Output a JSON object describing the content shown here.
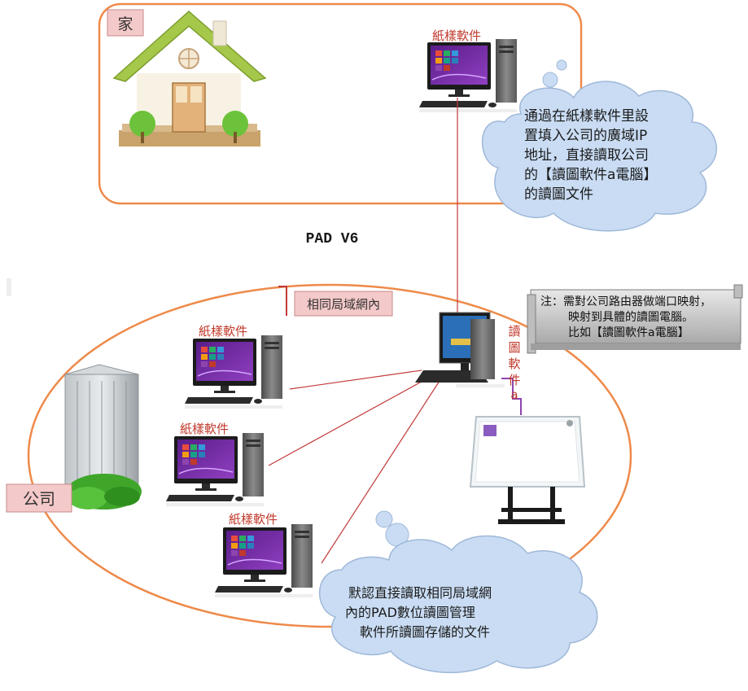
{
  "home": {
    "label": "家",
    "pc_label": "紙樣軟件",
    "cloud_lines": [
      "通過在紙樣軟件里設",
      "置填入公司的廣域IP",
      "地址，直接讀取公司",
      "的【讀圖軟件a電腦】",
      "的讀圖文件"
    ]
  },
  "title": "PAD V6",
  "company": {
    "label": "公司",
    "lan_label": "相同局域網內",
    "pc_labels": [
      "紙樣軟件",
      "紙樣軟件",
      "紙樣軟件"
    ],
    "server_label_chars": [
      "讀",
      "圖",
      "軟",
      "件",
      "a"
    ],
    "cloud_lines": [
      "默認直接讀取相同局域網",
      "內的PAD數位讀圖管理",
      "軟件所讀圖存儲的文件"
    ]
  },
  "note": {
    "lines": [
      "注：需對公司路由器做端口映射，",
      "映射到具體的讀圖電腦。",
      "比如【讀圖軟件a電腦】"
    ]
  },
  "colors": {
    "orange": "#ee8a4a",
    "label_fill": "#f4c9c9",
    "red_text": "#c0392b",
    "cloud_fill": "#c9dcf3",
    "cloud_stroke": "#9fb8d8",
    "link_line": "#c23a3a",
    "purple_line": "#8e44ad"
  }
}
